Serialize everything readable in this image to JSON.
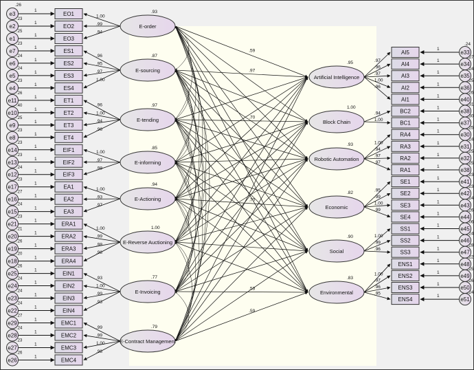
{
  "colors": {
    "background": "#f0f0f0",
    "panel": "#fefef0",
    "box_fill": "#e2dcec",
    "ellipse_fill": "#e6e0ec",
    "stroke": "#222222"
  },
  "left_latents": [
    {
      "name": "E-order",
      "variance": ".93",
      "indicators": [
        {
          "label": "EO1",
          "error": "e3",
          "err_var": ".23",
          "loading": "1.00"
        },
        {
          "label": "EO2",
          "error": "e2",
          "err_var": ".25",
          "loading": ".99"
        },
        {
          "label": "EO3",
          "error": "e1",
          "err_var": ".23",
          "loading": ".94"
        }
      ]
    },
    {
      "name": "E-sourcing",
      "variance": ".87",
      "indicators": [
        {
          "label": "ES1",
          "error": "e7",
          "err_var": ".24",
          "loading": ".96"
        },
        {
          "label": "ES2",
          "error": "e6",
          "err_var": ".24",
          "loading": ".95"
        },
        {
          "label": "ES3",
          "error": "e5",
          "err_var": ".23",
          "loading": ".97"
        },
        {
          "label": "ES4",
          "error": "e4",
          "err_var": ".26",
          "loading": "1.00"
        }
      ]
    },
    {
      "name": "E-tending",
      "variance": ".97",
      "indicators": [
        {
          "label": "ET1",
          "error": "e11",
          "err_var": ".40",
          "loading": ".96"
        },
        {
          "label": "ET2",
          "error": "e10",
          "err_var": ".25",
          "loading": "1.00"
        },
        {
          "label": "ET3",
          "error": "e9",
          "err_var": ".23",
          "loading": ".94"
        },
        {
          "label": "ET4",
          "error": "e8",
          "err_var": ".23",
          "loading": ".96"
        }
      ]
    },
    {
      "name": "E-informing",
      "variance": ".85",
      "indicators": [
        {
          "label": "EIF1",
          "error": "e14",
          "err_var": ".23",
          "loading": "1.00"
        },
        {
          "label": "EIF2",
          "error": "e13",
          "err_var": ".24",
          "loading": ".97"
        },
        {
          "label": "EIF3",
          "error": "e12",
          "err_var": ".23",
          "loading": ".98"
        }
      ]
    },
    {
      "name": "E-Actioning",
      "variance": ".94",
      "indicators": [
        {
          "label": "EA1",
          "error": "e17",
          "err_var": ".27",
          "loading": "1.00"
        },
        {
          "label": "EA2",
          "error": "e16",
          "err_var": ".24",
          "loading": ".93"
        },
        {
          "label": "EA3",
          "error": "e15",
          "err_var": ".23",
          "loading": ".97"
        }
      ]
    },
    {
      "name": "E-Reverse Auctioning",
      "variance": "1.00",
      "indicators": [
        {
          "label": "ERA1",
          "error": "e21",
          "err_var": ".21",
          "loading": "1.00"
        },
        {
          "label": "ERA2",
          "error": "e20",
          "err_var": ".26",
          "loading": ".99"
        },
        {
          "label": "ERA3",
          "error": "e19",
          "err_var": ".20",
          "loading": ".98"
        },
        {
          "label": "ERA4",
          "error": "e18",
          "err_var": ".26",
          "loading": ".98"
        }
      ]
    },
    {
      "name": "E-Invoicing",
      "variance": ".77",
      "indicators": [
        {
          "label": "EIN1",
          "error": "e25",
          "err_var": ".24",
          "loading": ".93"
        },
        {
          "label": "EIN2",
          "error": "e24",
          "err_var": ".24",
          "loading": "1.00"
        },
        {
          "label": "EIN3",
          "error": "e23",
          "err_var": ".24",
          "loading": ".99"
        },
        {
          "label": "EIN4",
          "error": "e22",
          "err_var": ".27",
          "loading": ".93"
        }
      ]
    },
    {
      "name": "E-Contract Management",
      "variance": ".79",
      "indicators": [
        {
          "label": "EMC1",
          "error": "e29",
          "err_var": ".24",
          "loading": ".99"
        },
        {
          "label": "EMC2",
          "error": "e28",
          "err_var": ".23",
          "loading": ".99"
        },
        {
          "label": "EMC3",
          "error": "e27",
          "err_var": ".26",
          "loading": "1.00"
        },
        {
          "label": "EMC4",
          "error": "e26",
          "err_var": "",
          "loading": ".98"
        }
      ]
    }
  ],
  "right_latents": [
    {
      "name": "Artificial Intelligence",
      "variance": ".95",
      "indicators": [
        {
          "label": "AI5",
          "error": "e33",
          "err_var": ".27",
          "loading": ".97"
        },
        {
          "label": "AI4",
          "error": "e34",
          "err_var": ".24",
          "loading": ".96"
        },
        {
          "label": "AI3",
          "error": "e35",
          "err_var": ".25",
          "loading": ".97"
        },
        {
          "label": "AI2",
          "error": "e36",
          "err_var": ".26",
          "loading": "1.00"
        },
        {
          "label": "AI1",
          "error": "e40",
          "err_var": ".31",
          "loading": ".96"
        }
      ]
    },
    {
      "name": "Block Chain",
      "variance": "1.00",
      "indicators": [
        {
          "label": "BC2",
          "error": "e38",
          "err_var": ".30",
          "loading": ".94"
        },
        {
          "label": "BC1",
          "error": "e37",
          "err_var": ".25",
          "loading": "1.00"
        }
      ]
    },
    {
      "name": "Robotic Automation",
      "variance": ".93",
      "indicators": [
        {
          "label": "RA4",
          "error": "e30",
          "err_var": ".24",
          "loading": "1.00"
        },
        {
          "label": "RA3",
          "error": "e31",
          "err_var": ".25",
          "loading": ".94"
        },
        {
          "label": "RA2",
          "error": "e32",
          "err_var": ".25",
          "loading": ".97"
        },
        {
          "label": "RA1",
          "error": "e38",
          "err_var": ".23",
          "loading": ".97"
        }
      ]
    },
    {
      "name": "Economic",
      "variance": ".82",
      "indicators": [
        {
          "label": "SE1",
          "error": "e41",
          "err_var": ".23",
          "loading": ".95"
        },
        {
          "label": "SE2",
          "error": "e42",
          "err_var": ".24",
          "loading": ".99"
        },
        {
          "label": "SE3",
          "error": "e43",
          "err_var": ".26",
          "loading": "1.00"
        },
        {
          "label": "SE4",
          "error": "e44",
          "err_var": ".06",
          "loading": ".99"
        }
      ]
    },
    {
      "name": "Social",
      "variance": ".90",
      "indicators": [
        {
          "label": "SS1",
          "error": "e45",
          "err_var": ".24",
          "loading": "1.00"
        },
        {
          "label": "SS2",
          "error": "e46",
          "err_var": ".28",
          "loading": ".99"
        },
        {
          "label": "SS3",
          "error": "e47",
          "err_var": ".22",
          "loading": ".96"
        }
      ]
    },
    {
      "name": "Environmental",
      "variance": ".83",
      "indicators": [
        {
          "label": "ENS1",
          "error": "e48",
          "err_var": ".25",
          "loading": "1.00"
        },
        {
          "label": "ENS2",
          "error": "e49",
          "err_var": ".26",
          "loading": ".97"
        },
        {
          "label": "ENS3",
          "error": "e50",
          "err_var": ".24",
          "loading": ".96"
        },
        {
          "label": "ENS4",
          "error": "e51",
          "err_var": "",
          "loading": ".95"
        }
      ]
    }
  ],
  "error_path_label": "1",
  "top_variance": ".26",
  "right_top_variance": ".24",
  "structural_labels": [
    {
      "from": 0,
      "to": 0,
      "value": ".59"
    },
    {
      "from": 6,
      "to": 5,
      "value": ".53"
    },
    {
      "from": 7,
      "to": 5,
      "value": ".59"
    },
    {
      "from": 1,
      "to": 0,
      "value": ".97"
    },
    {
      "from": 2,
      "to": 1,
      "value": ".70"
    },
    {
      "from": 4,
      "to": 3,
      "value": ".70"
    }
  ]
}
